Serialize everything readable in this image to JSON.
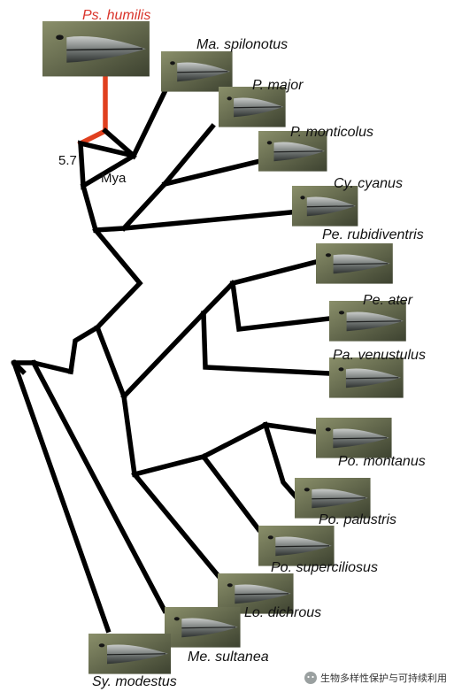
{
  "figure": {
    "highlight_color": "#d9342b",
    "age_label": {
      "value": "5.7",
      "unit": "Mya"
    },
    "watermark": "生物多样性保护与可持续利用"
  },
  "taxa": [
    {
      "id": "ps-humilis",
      "name": "Ps. humilis",
      "highlight": true
    },
    {
      "id": "ma-spilonotus",
      "name": "Ma. spilonotus"
    },
    {
      "id": "p-major",
      "name": "P. major"
    },
    {
      "id": "p-monticolus",
      "name": "P. monticolus"
    },
    {
      "id": "cy-cyanus",
      "name": "Cy. cyanus"
    },
    {
      "id": "pe-rubidiventris",
      "name": "Pe. rubidiventris"
    },
    {
      "id": "pe-ater",
      "name": "Pe. ater"
    },
    {
      "id": "pa-venustulus",
      "name": "Pa. venustulus"
    },
    {
      "id": "po-montanus",
      "name": "Po. montanus"
    },
    {
      "id": "po-palustris",
      "name": "Po. palustris"
    },
    {
      "id": "po-superciliosus",
      "name": "Po. superciliosus"
    },
    {
      "id": "lo-dichrous",
      "name": "Lo. dichrous"
    },
    {
      "id": "me-sultanea",
      "name": "Me. sultanea"
    },
    {
      "id": "sy-modestus",
      "name": "Sy. modestus"
    }
  ]
}
